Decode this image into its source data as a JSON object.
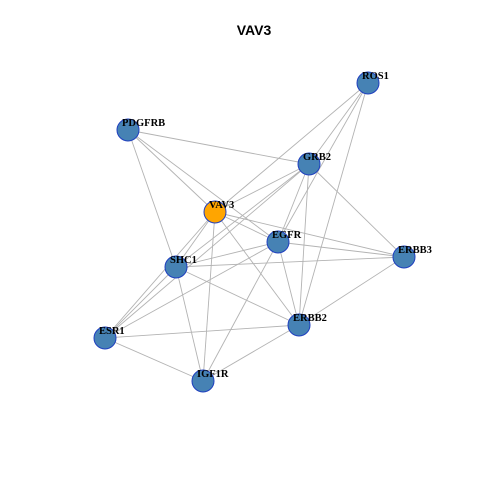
{
  "title": "VAV3",
  "colors": {
    "background": "#ffffff",
    "edge": "#b3b3b3",
    "node_default": "#4682b4",
    "node_default_border": "#1f3fbf",
    "node_focus": "#ffa500",
    "node_focus_border": "#1f3fbf"
  },
  "nodes": [
    {
      "id": "ROS1",
      "label": "ROS1",
      "focus": false
    },
    {
      "id": "PDGFRB",
      "label": "PDGFRB",
      "focus": false
    },
    {
      "id": "GRB2",
      "label": "GRB2",
      "focus": false
    },
    {
      "id": "VAV3",
      "label": "VAV3",
      "focus": true
    },
    {
      "id": "EGFR",
      "label": "EGFR",
      "focus": false
    },
    {
      "id": "ERBB3",
      "label": "ERBB3",
      "focus": false
    },
    {
      "id": "SHC1",
      "label": "SHC1",
      "focus": false
    },
    {
      "id": "ESR1",
      "label": "ESR1",
      "focus": false
    },
    {
      "id": "ERBB2",
      "label": "ERBB2",
      "focus": false
    },
    {
      "id": "IGF1R",
      "label": "IGF1R",
      "focus": false
    }
  ],
  "edges": [
    [
      "ROS1",
      "GRB2"
    ],
    [
      "ROS1",
      "VAV3"
    ],
    [
      "ROS1",
      "EGFR"
    ],
    [
      "ROS1",
      "ERBB2"
    ],
    [
      "PDGFRB",
      "GRB2"
    ],
    [
      "PDGFRB",
      "VAV3"
    ],
    [
      "PDGFRB",
      "SHC1"
    ],
    [
      "PDGFRB",
      "EGFR"
    ],
    [
      "GRB2",
      "VAV3"
    ],
    [
      "GRB2",
      "EGFR"
    ],
    [
      "GRB2",
      "SHC1"
    ],
    [
      "GRB2",
      "ERBB3"
    ],
    [
      "GRB2",
      "ERBB2"
    ],
    [
      "GRB2",
      "ESR1"
    ],
    [
      "VAV3",
      "EGFR"
    ],
    [
      "VAV3",
      "SHC1"
    ],
    [
      "VAV3",
      "ERBB3"
    ],
    [
      "VAV3",
      "ERBB2"
    ],
    [
      "VAV3",
      "IGF1R"
    ],
    [
      "VAV3",
      "ESR1"
    ],
    [
      "EGFR",
      "SHC1"
    ],
    [
      "EGFR",
      "ERBB3"
    ],
    [
      "EGFR",
      "ERBB2"
    ],
    [
      "EGFR",
      "IGF1R"
    ],
    [
      "EGFR",
      "ESR1"
    ],
    [
      "SHC1",
      "ERBB3"
    ],
    [
      "SHC1",
      "ERBB2"
    ],
    [
      "SHC1",
      "ESR1"
    ],
    [
      "SHC1",
      "IGF1R"
    ],
    [
      "ERBB3",
      "ERBB2"
    ],
    [
      "ESR1",
      "ERBB2"
    ],
    [
      "ESR1",
      "IGF1R"
    ],
    [
      "ERBB2",
      "IGF1R"
    ]
  ]
}
